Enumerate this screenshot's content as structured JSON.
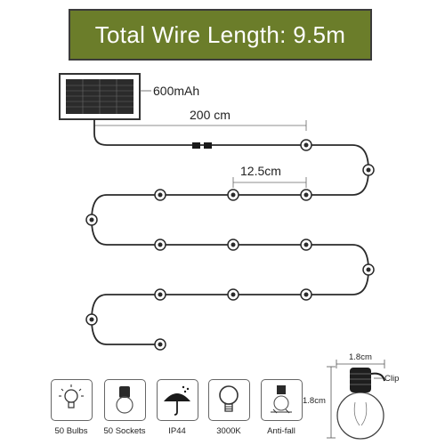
{
  "banner": {
    "text": "Total Wire Length: 9.5m",
    "bg_color": "#6b7d2a"
  },
  "panel": {
    "capacity_label": "600mAh"
  },
  "dimensions": {
    "lead_length": "200 cm",
    "bulb_spacing": "12.5cm",
    "bulb_width": "1.8cm",
    "bulb_height": "1.8cm",
    "clip_label": "Clip"
  },
  "features": [
    {
      "icon": "bulb-icon",
      "label": "50 Bulbs"
    },
    {
      "icon": "socket-icon",
      "label": "50 Sockets"
    },
    {
      "icon": "umbrella-rain-icon",
      "label": "IP44"
    },
    {
      "icon": "warm-bulb-icon",
      "label": "3000K"
    },
    {
      "icon": "anti-fall-icon",
      "label": "Anti-fall"
    }
  ]
}
